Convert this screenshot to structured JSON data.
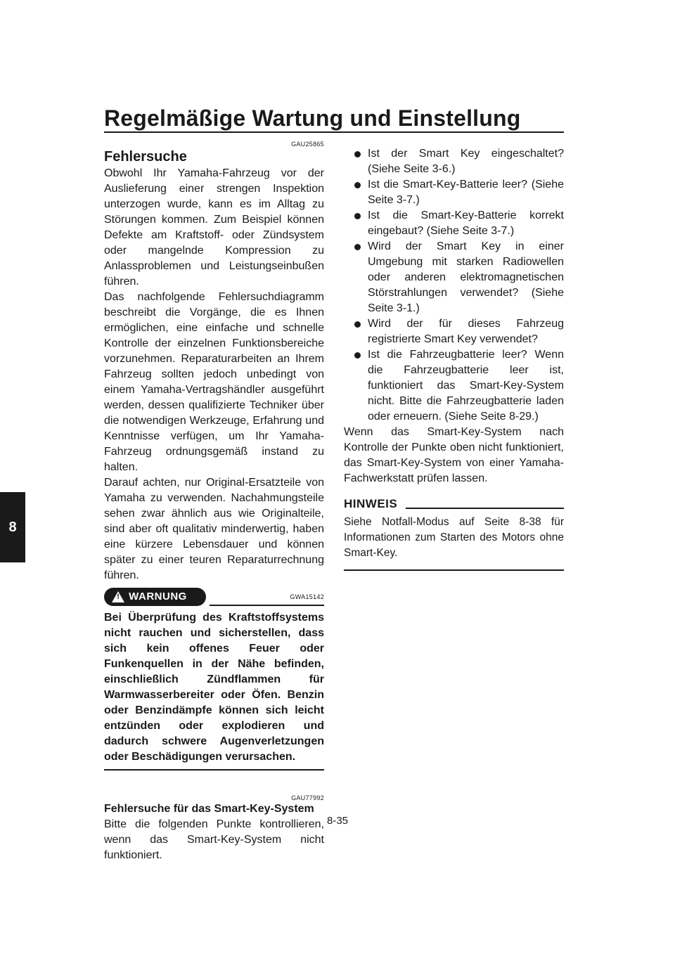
{
  "header": {
    "title": "Regelmäßige Wartung und Einstellung"
  },
  "chapter_tab": "8",
  "left": {
    "section_code": "GAU25865",
    "section_title": "Fehlersuche",
    "para1": "Obwohl Ihr Yamaha-Fahrzeug vor der Auslieferung einer strengen Inspektion unterzogen wurde, kann es im Alltag zu Störungen kommen. Zum Beispiel können Defekte am Kraftstoff- oder Zündsystem oder mangelnde Kompression zu Anlassproblemen und Leistungseinbußen führen.",
    "para2": "Das nachfolgende Fehlersuchdiagramm beschreibt die Vorgänge, die es Ihnen ermöglichen, eine einfache und schnelle Kontrolle der einzelnen Funktionsbereiche vorzunehmen. Reparaturarbeiten an Ihrem Fahrzeug sollten jedoch unbedingt von einem Yamaha-Vertragshändler ausgeführt werden, dessen qualifizierte Techniker über die notwendigen Werkzeuge, Erfahrung und Kenntnisse verfügen, um Ihr Yamaha-Fahrzeug ordnungsgemäß instand zu halten.",
    "para3": "Darauf achten, nur Original-Ersatzteile von Yamaha zu verwenden. Nachahmungsteile sehen zwar ähnlich aus wie Originalteile, sind aber oft qualitativ minderwertig, haben eine kürzere Lebensdauer und können später zu einer teuren Reparaturrechnung führen.",
    "warning_label": "WARNUNG",
    "warning_code": "GWA15142",
    "warning_text": "Bei Überprüfung des Kraftstoffsystems nicht rauchen und sicherstellen, dass sich kein offenes Feuer oder Funkenquellen in der Nähe befinden, einschließlich Zündflammen für Warmwasserbereiter oder Öfen. Benzin oder Benzindämpfe können sich leicht entzünden oder explodieren und dadurch schwere Augenverletzungen oder Beschädigungen verursachen.",
    "subsection_code": "GAU77992",
    "subsection_title": "Fehlersuche für das Smart-Key-System",
    "subsection_text": "Bitte die folgenden Punkte kontrollieren, wenn das Smart-Key-System nicht funktioniert."
  },
  "right": {
    "bullets": [
      "Ist der Smart Key eingeschaltet? (Siehe Seite 3-6.)",
      "Ist die Smart-Key-Batterie leer? (Siehe Seite 3-7.)",
      "Ist die Smart-Key-Batterie korrekt eingebaut? (Siehe Seite 3-7.)",
      "Wird der Smart Key in einer Umgebung mit starken Radiowellen oder anderen elektromagnetischen Störstrahlungen verwendet? (Siehe Seite 3-1.)",
      "Wird der für dieses Fahrzeug registrierte Smart Key verwendet?",
      "Ist die Fahrzeugbatterie leer? Wenn die Fahrzeugbatterie leer ist, funktioniert das Smart-Key-System nicht. Bitte die Fahrzeugbatterie laden oder erneuern. (Siehe Seite 8-29.)"
    ],
    "para": "Wenn das Smart-Key-System nach Kontrolle der Punkte oben nicht funktioniert, das Smart-Key-System von einer Yamaha-Fachwerkstatt prüfen lassen.",
    "note_title": "HINWEIS",
    "note_text": "Siehe Notfall-Modus auf Seite 8-38 für Informationen zum Starten des Motors ohne Smart-Key."
  },
  "page_number": "8-35"
}
